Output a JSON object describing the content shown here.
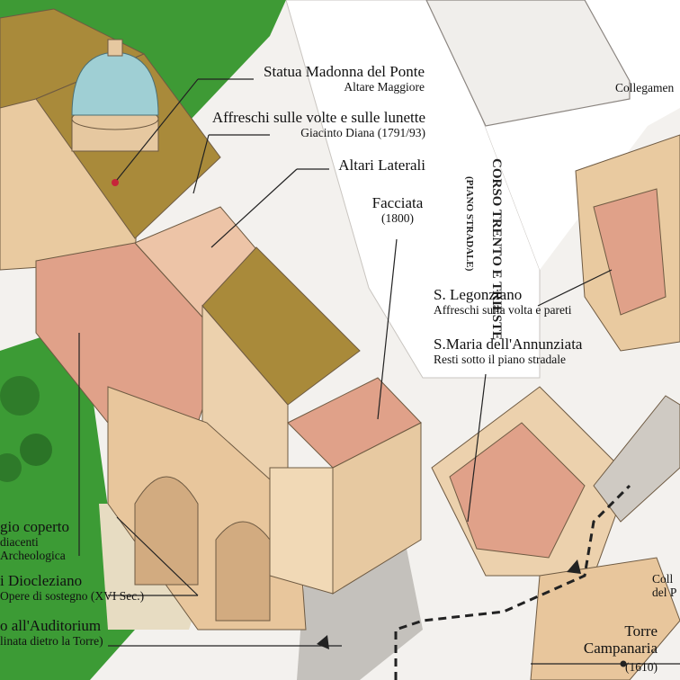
{
  "labels": {
    "madonna": {
      "title": "Statua Madonna del Ponte",
      "sub": "Altare Maggiore"
    },
    "affreschi_volte": {
      "title": "Affreschi sulle volte e sulle lunette",
      "sub": "Giacinto Diana (1791/93)"
    },
    "altari": {
      "title": "Altari Laterali"
    },
    "facciata": {
      "title": "Facciata",
      "sub": "(1800)"
    },
    "corso": {
      "title": "CORSO TRENTO E TRIESTE",
      "sub": "(PIANO STRADALE)"
    },
    "collegamento_top": {
      "title": "Collegamen"
    },
    "legonziano": {
      "title": "S. Legonziano",
      "sub": "Affreschi sulla volta e pareti"
    },
    "annunziata": {
      "title": "S.Maria dell'Annunziata",
      "sub": "Resti sotto il piano stradale"
    },
    "coperto": {
      "title": "gio coperto",
      "sub1": "diacenti",
      "sub2": "Archeologica"
    },
    "diocleziano": {
      "title": "i Diocleziano",
      "sub": "Opere di sostegno (XVI Sec.)"
    },
    "auditorium": {
      "title": "o all'Auditorium",
      "sub": "linata dietro la Torre)"
    },
    "torre": {
      "title1": "Torre",
      "title2": "Campanaria",
      "sub": "(1610)"
    },
    "collegamento_right": {
      "title1": "Coll",
      "title2": "del P"
    }
  },
  "colors": {
    "grass": "#3e9a35",
    "roof": "#a98a3a",
    "wall": "#e9caa0",
    "floor": "#e0a189",
    "street": "#ffffff",
    "path": "#b9b7b3",
    "dome": "#9fcfd4"
  }
}
